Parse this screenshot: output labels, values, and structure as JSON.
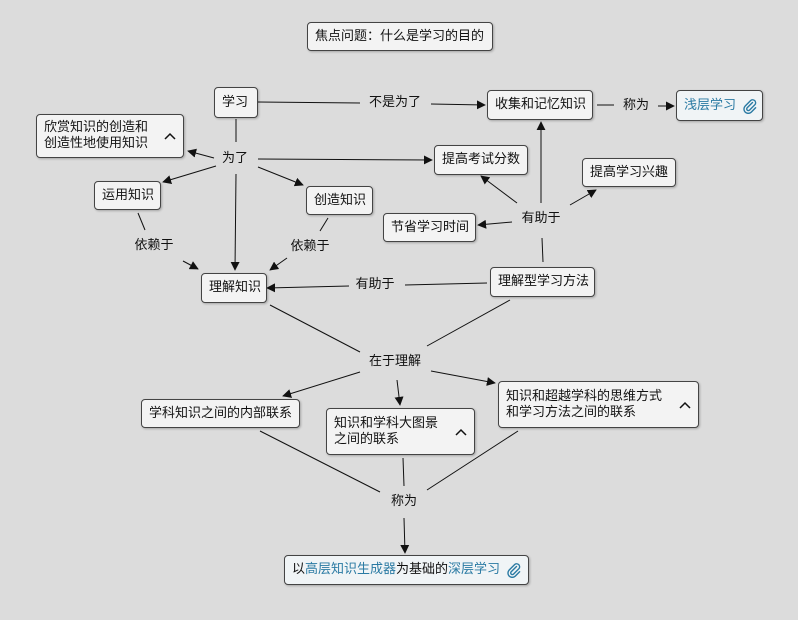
{
  "focus_question": "焦点问题：什么是学习的目的",
  "concepts": {
    "xuexi": "学习",
    "collect": "收集和记忆知识",
    "shallow": "浅层学习",
    "appreciate_1": "欣赏知识的创造和",
    "appreciate_2": "创造性地使用知识",
    "exam": "提高考试分数",
    "interest": "提高学习兴趣",
    "apply": "运用知识",
    "create": "创造知识",
    "save_time": "节省学习时间",
    "understand": "理解知识",
    "method": "理解型学习方法",
    "inner": "学科知识之间的内部联系",
    "bigpic_1": "知识和学科大图景",
    "bigpic_2": "之间的联系",
    "beyond_1": "知识和超越学科的思维方式",
    "beyond_2": "和学习方法之间的联系",
    "deep_prefix": "以",
    "deep_accent1": "高层知识生成器",
    "deep_middle": "为基础的",
    "deep_accent2": "深层学习"
  },
  "linking_words": {
    "not_for": "不是为了",
    "called_1": "称为",
    "for": "为了",
    "helps_1": "有助于",
    "depends_1": "依赖于",
    "depends_2": "依赖于",
    "helps_2": "有助于",
    "lies_in": "在于理解",
    "called_2": "称为"
  },
  "icons": {
    "expand": "chevron-up-icon",
    "resource": "paperclip-icon"
  },
  "colors": {
    "background": "#dcdcdc",
    "accent": "#2a7aa3"
  }
}
